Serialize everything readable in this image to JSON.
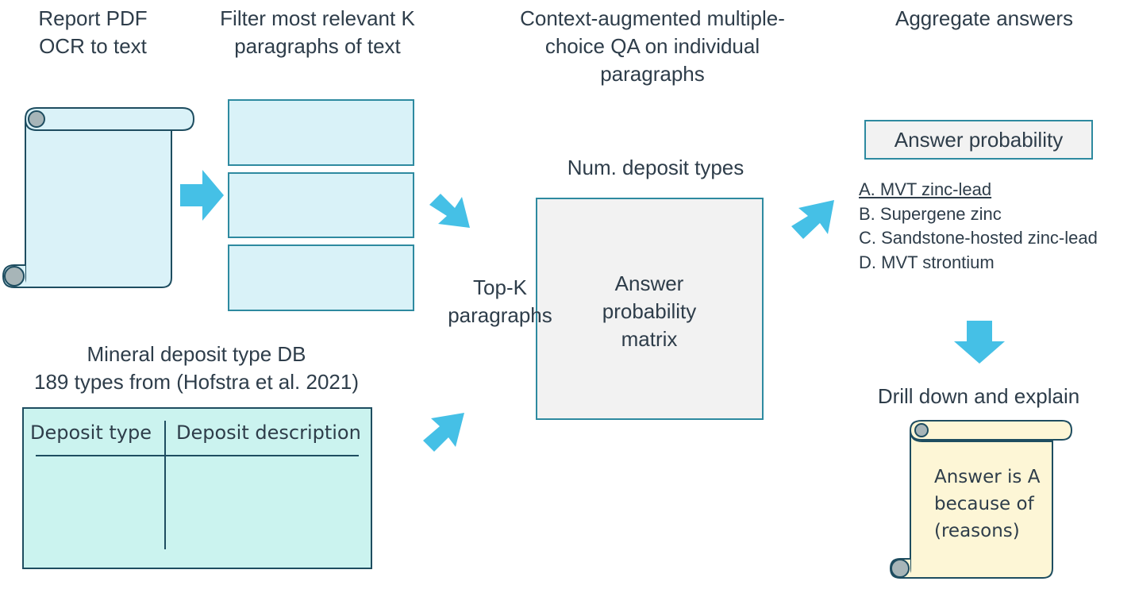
{
  "steps": {
    "step1": [
      "Report PDF",
      "OCR to text"
    ],
    "step2": [
      "Filter most relevant K",
      "paragraphs of text"
    ],
    "step3": [
      "Context-augmented multiple-",
      "choice QA on individual",
      "paragraphs"
    ],
    "step4": [
      "Aggregate answers"
    ]
  },
  "db": {
    "title": [
      "Mineral deposit type DB",
      "189 types from (Hofstra et al. 2021)"
    ],
    "columns": [
      "Deposit type",
      "Deposit description"
    ]
  },
  "topk_label": [
    "Top-K",
    "paragraphs"
  ],
  "matrix": {
    "top_label": "Num. deposit types",
    "center_label": [
      "Answer",
      "probability",
      "matrix"
    ]
  },
  "answer_probability": {
    "title": "Answer probability",
    "options": [
      "A. MVT zinc-lead",
      "B. Supergene zinc",
      "C. Sandstone-hosted zinc-lead",
      "D.  MVT strontium"
    ]
  },
  "drill_down": {
    "title": "Drill down and explain",
    "scroll_text": [
      "Answer is A",
      "because of",
      "(reasons)"
    ]
  },
  "colors": {
    "arrow": "#45c0e6",
    "outline": "#1e4d60",
    "scroll_blue": "#daf2f8",
    "paragraph_box": "#d9f2f8",
    "paragraph_border": "#2e8aa0",
    "db_fill": "#cbf3ef",
    "matrix_fill": "#f2f2f2",
    "scroll_yellow": "#fdf6d6",
    "curl_grey": "#a7b5b8"
  }
}
